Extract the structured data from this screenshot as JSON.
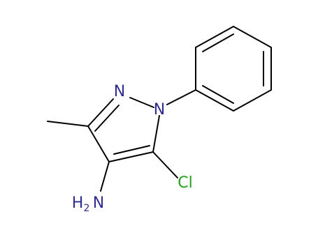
{
  "diagram": {
    "atoms": {
      "n2": "N",
      "n1": "N",
      "cl": "Cl",
      "amine_h": "H",
      "amine_sub": "2",
      "amine_n": "N"
    },
    "colors": {
      "bond": "#000000",
      "nitrogen": "#2e2d8f",
      "chlorine": "#27a11c"
    }
  }
}
